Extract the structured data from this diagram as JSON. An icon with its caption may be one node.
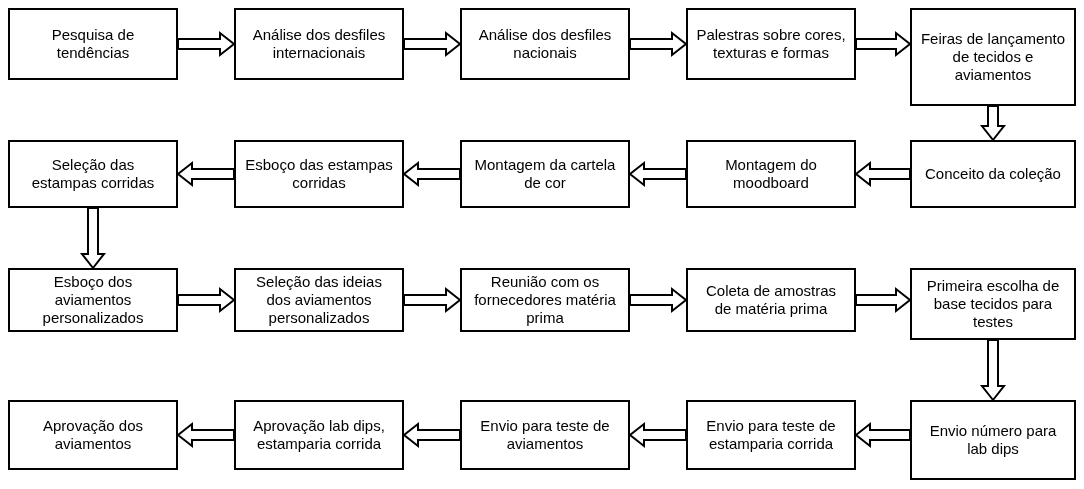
{
  "diagram": {
    "nodes": [
      {
        "text": [
          "Pesquisa de tendências"
        ]
      },
      {
        "text": [
          "Análise dos desfiles internacionais"
        ]
      },
      {
        "text": [
          "Análise dos desfiles nacionais"
        ]
      },
      {
        "text": [
          "Palestras sobre cores, texturas e formas"
        ]
      },
      {
        "text": [
          "Feiras de lançamento de tecidos e aviamentos"
        ]
      },
      {
        "text": [
          "Conceito da coleção"
        ]
      },
      {
        "text": [
          "Montagem do moodboard"
        ]
      },
      {
        "text": [
          "Montagem da cartela de cor"
        ]
      },
      {
        "text": [
          "Esboço das estampas corridas"
        ]
      },
      {
        "text": [
          "Seleção das estampas corridas"
        ]
      },
      {
        "text": [
          "Esboço dos aviamentos personalizados"
        ]
      },
      {
        "text": [
          "Seleção das ideias dos aviamentos personalizados"
        ]
      },
      {
        "text": [
          "Reunião com os fornecedores matéria prima"
        ]
      },
      {
        "text": [
          "Coleta de amostras de matéria prima"
        ]
      },
      {
        "text": [
          "Primeira escolha de base tecidos  para testes"
        ]
      },
      {
        "text": [
          "Envio número para lab dips"
        ]
      },
      {
        "text": [
          "Envio para teste de estamparia corrida"
        ]
      },
      {
        "text": [
          "Envio para teste de aviamentos"
        ]
      },
      {
        "text": [
          "Aprovação lab dips, estamparia corrida"
        ]
      },
      {
        "text": [
          "Aprovação dos aviamentos"
        ]
      }
    ],
    "edges": [
      {
        "from": 0,
        "to": 1,
        "arrow": "to"
      },
      {
        "from": 1,
        "to": 2,
        "arrow": "to"
      },
      {
        "from": 2,
        "to": 3,
        "arrow": "to"
      },
      {
        "from": 3,
        "to": 4,
        "arrow": "to"
      },
      {
        "from": 4,
        "to": 5,
        "arrow": "to"
      },
      {
        "from": 5,
        "to": 6,
        "arrow": "to"
      },
      {
        "from": 6,
        "to": 7,
        "arrow": "to"
      },
      {
        "from": 7,
        "to": 8,
        "arrow": "to"
      },
      {
        "from": 8,
        "to": 9,
        "arrow": "to"
      },
      {
        "from": 9,
        "to": 10,
        "arrow": "to"
      },
      {
        "from": 10,
        "to": 11,
        "arrow": "to"
      },
      {
        "from": 11,
        "to": 12,
        "arrow": "to"
      },
      {
        "from": 12,
        "to": 13,
        "arrow": "to"
      },
      {
        "from": 13,
        "to": 14,
        "arrow": "to"
      },
      {
        "from": 14,
        "to": 15,
        "arrow": "to"
      },
      {
        "from": 15,
        "to": 16,
        "arrow": "to"
      },
      {
        "from": 16,
        "to": 17,
        "arrow": "to"
      },
      {
        "from": 17,
        "to": 18,
        "arrow": "to"
      },
      {
        "from": 18,
        "to": 19,
        "arrow": "to"
      }
    ]
  }
}
